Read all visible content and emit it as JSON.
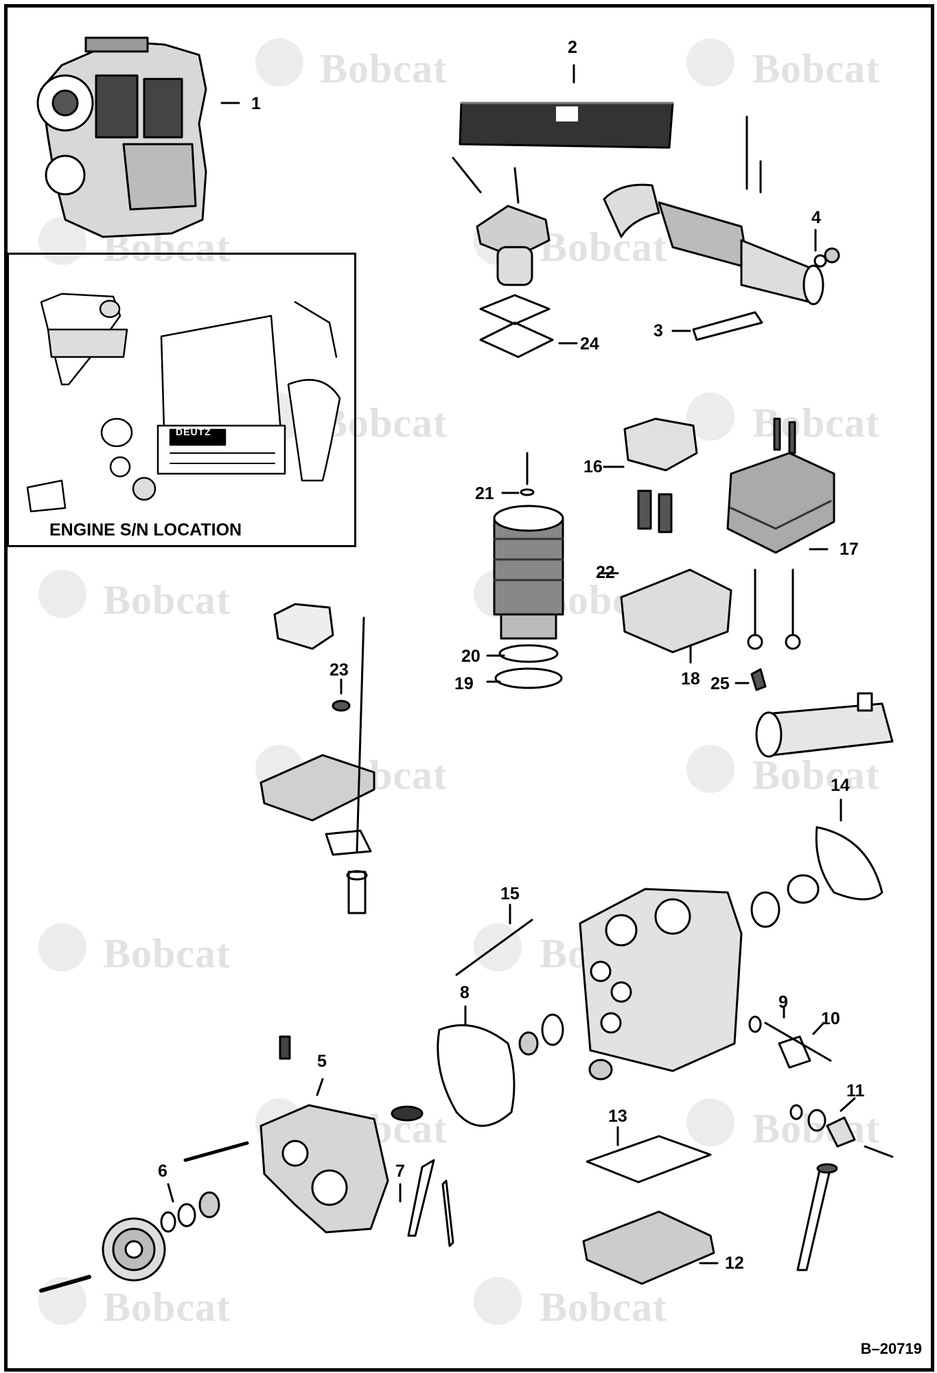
{
  "watermark": {
    "text": "Bobcat"
  },
  "figure_number": "B–20719",
  "inset": {
    "caption": "ENGINE S/N LOCATION",
    "nameplate_text": "DEUTZ"
  },
  "callouts": [
    {
      "num": "1"
    },
    {
      "num": "2"
    },
    {
      "num": "3"
    },
    {
      "num": "4"
    },
    {
      "num": "5"
    },
    {
      "num": "6"
    },
    {
      "num": "7"
    },
    {
      "num": "8"
    },
    {
      "num": "9"
    },
    {
      "num": "10"
    },
    {
      "num": "11"
    },
    {
      "num": "12"
    },
    {
      "num": "13"
    },
    {
      "num": "14"
    },
    {
      "num": "15"
    },
    {
      "num": "16"
    },
    {
      "num": "17"
    },
    {
      "num": "18"
    },
    {
      "num": "19"
    },
    {
      "num": "20"
    },
    {
      "num": "21"
    },
    {
      "num": "22"
    },
    {
      "num": "23"
    },
    {
      "num": "24"
    },
    {
      "num": "25"
    }
  ]
}
